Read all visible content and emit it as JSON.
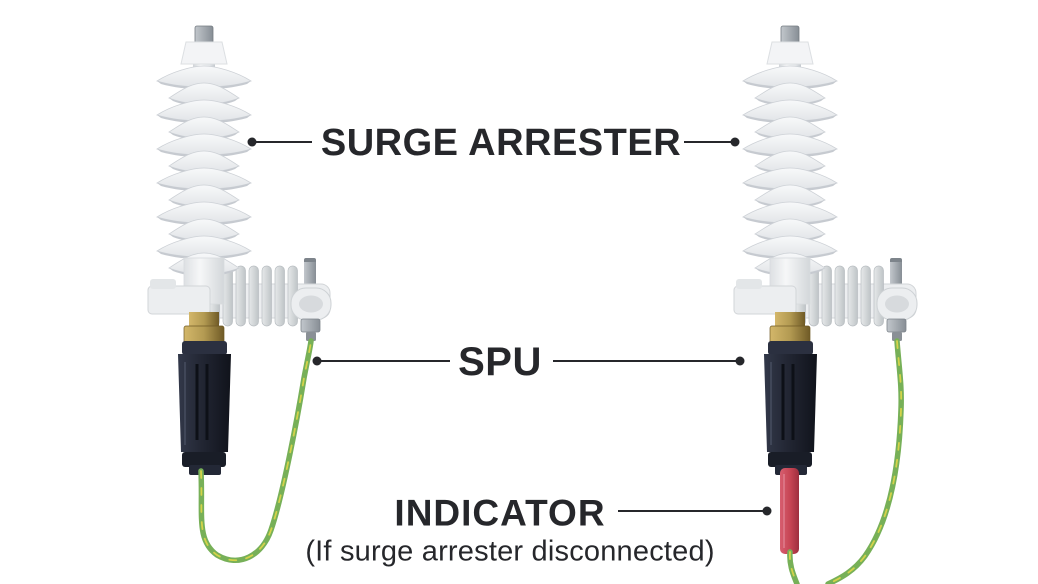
{
  "labels": {
    "surge_arrester": "SURGE ARRESTER",
    "spu": "SPU",
    "indicator": "INDICATOR",
    "indicator_note": "(If surge arrester disconnected)"
  },
  "colors": {
    "background": "#ffffff",
    "label_text": "#26272b",
    "leader_line": "#26272b",
    "porcelain_white": "#f4f5f7",
    "porcelain_shadow": "#c6cad0",
    "insulator_gray": "#d6d9db",
    "bracket_white": "#eceef0",
    "metal_gray": "#9aa1a7",
    "brass_gold": "#b39a52",
    "spu_black": "#222633",
    "wire_green": "#77b058",
    "wire_yellow": "#d9d549",
    "indicator_red": "#c64453"
  }
}
